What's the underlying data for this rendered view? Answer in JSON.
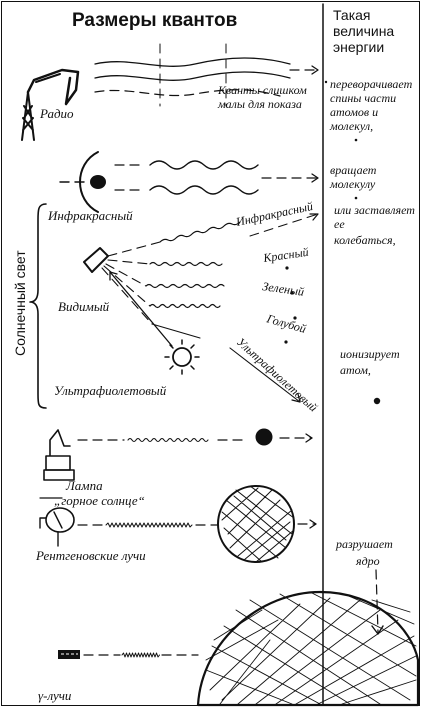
{
  "title": "Размеры квантов",
  "energy_header": [
    "Такая",
    "величина",
    "энергии"
  ],
  "sources": {
    "radio": "Радио",
    "too_small": [
      "Кванты слишком",
      "малы для показа"
    ],
    "infrared": "Инфракрасный",
    "visible": "Видимый",
    "ultraviolet": "Ультрафиолетовый",
    "sunlight": "Солнечный свет",
    "lamp": [
      "Лампа",
      "„горное солнце“"
    ],
    "xray": "Рентгеновские лучи",
    "gamma": "γ-лучи"
  },
  "rays": {
    "infrared": "Инфракрасный",
    "red": "Красный",
    "green": "Зеленый",
    "blue": "Голубой",
    "ultraviolet": "Ультрафиолетовый"
  },
  "effects": {
    "spin": [
      "переворачивает",
      "спины части",
      "атомов и",
      "молекул,"
    ],
    "rotate": [
      "вращает",
      "молекулу"
    ],
    "vibrate": [
      "или заставляет",
      "ее",
      "колебаться,"
    ],
    "ionize": [
      "ионизирует",
      "атом,"
    ],
    "destroy": [
      "разрушает",
      "ядро"
    ]
  }
}
